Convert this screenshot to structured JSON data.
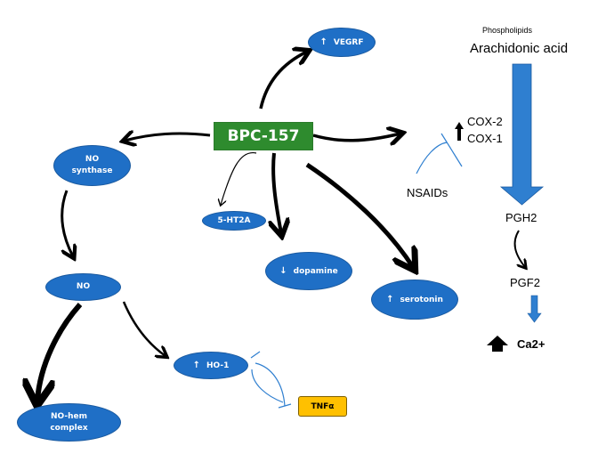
{
  "central": {
    "label": "BPC-157",
    "color": "#2e8b2e"
  },
  "nodes": {
    "vegrf": {
      "label": "VEGRF",
      "direction": "up"
    },
    "no_synthase": {
      "line1": "NO",
      "line2": "synthase"
    },
    "ht2a": {
      "label": "5-HT2A"
    },
    "dopamine": {
      "label": "dopamine",
      "direction": "down"
    },
    "serotonin": {
      "label": "serotonin",
      "direction": "up"
    },
    "no": {
      "label": "NO"
    },
    "ho1": {
      "label": "HO-1",
      "direction": "up"
    },
    "no_hem": {
      "line1": "NO-hem",
      "line2": "complex"
    },
    "tnf": {
      "label": "TNFα"
    }
  },
  "pathway": {
    "phospholipids": "Phospholipids",
    "arachidonic": "Arachidonic acid",
    "cox2": "COX-2",
    "cox1": "COX-1",
    "nsaids": "NSAIDs",
    "pgh2": "PGH2",
    "pgf2": "PGF2",
    "ca": "Ca2+"
  },
  "icons": {
    "up": "↑",
    "down": "↓"
  },
  "colors": {
    "node": "#1f6fc6",
    "inhibit": "#2f7fd0",
    "tnf": "#ffc000"
  }
}
